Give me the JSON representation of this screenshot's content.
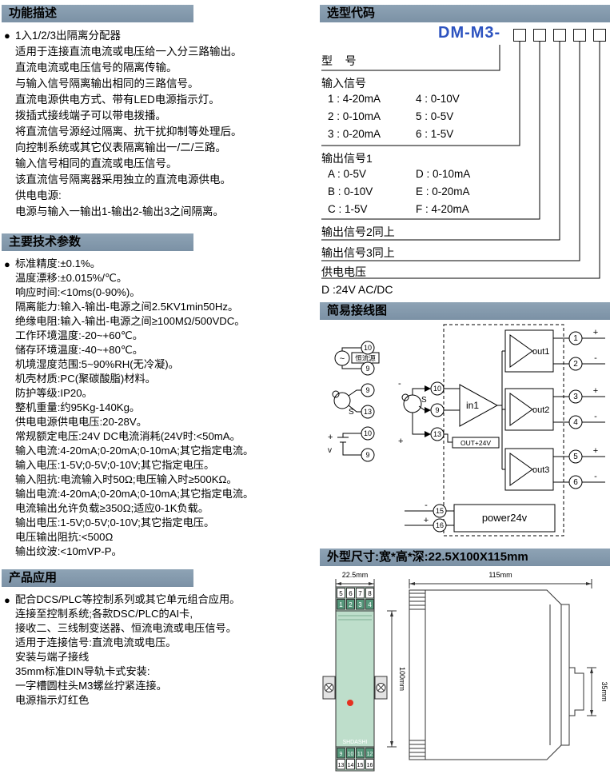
{
  "colors": {
    "header_bg": "#8ea3b5",
    "header_bg2": "#7b91a5",
    "model_blue": "#2d53c0",
    "device_green": "#bedecb",
    "device_green_dark": "#55977a",
    "led_red": "#e53020"
  },
  "icons": {
    "bullet": "●"
  },
  "function": {
    "title": "功能描述",
    "lines": [
      "1入1/2/3出隔离分配器",
      "适用于连接直流电流或电压给一入分三路输出。",
      "直流电流或电压信号的隔离传输。",
      "与输入信号隔离输出相同的三路信号。",
      "直流电源供电方式、带有LED电源指示灯。",
      "拨插式接线端子可以带电拨播。",
      "将直流信号源经过隔离、抗干扰抑制等处理后。",
      "向控制系统或其它仪表隔离输出一/二/三路。",
      "输入信号相同的直流或电压信号。",
      "该直流信号隔离器采用独立的直流电源供电。",
      "供电电源:",
      "电源与输入一输出1-输出2-输出3之间隔离。"
    ]
  },
  "tech": {
    "title": "主要技术参数",
    "lines": [
      "标准精度:±0.1%。",
      "温度漂移:±0.015%/℃。",
      "响应时间:<10ms(0-90%)。",
      "隔离能力:输入-输出-电源之间2.5KV1min50Hz。",
      "绝缘电阻:输入-输出-电源之间≥100MΩ/500VDC。",
      "工作环境温度:-20~+60℃。",
      "储存环境温度:-40~+80℃。",
      "机境湿度范围:5~90%RH(无冷凝)。",
      "机壳材质:PC(聚碳酸脂)材料。",
      "防护等级:IP20。",
      "整机重量:约95Kg-140Kg。",
      "供电电源供电电压:20-28V。",
      "常规额定电压:24V DC电流消耗(24V时:<50mA。",
      "输入电流:4-20mA;0-20mA;0-10mA;其它指定电流。",
      "输入电压:1-5V;0-5V;0-10V;其它指定电压。",
      "输入阻抗:电流输入时50Ω;电压输入时≥500KΩ。",
      "输出电流:4-20mA;0-20mA;0-10mA;其它指定电流。",
      "电流输出允许负载≥350Ω;适应0-1K负载。",
      "输出电压:1-5V;0-5V;0-10V;其它指定电压。",
      "电压输出阻抗:<500Ω",
      "输出纹波:<10mVP-P。"
    ]
  },
  "application": {
    "title": "产品应用",
    "lines": [
      "配合DCS/PLC等控制系列或其它单元组合应用。",
      "连接至控制系统;各款DSC/PLC的AI卡,",
      "接收二、三线制变送器、恒流电流或电压信号。",
      "适用于连接信号:直流电流或电压。",
      "安装与端子接线",
      "35mm标准DIN导轨卡式安装:",
      "一字槽圆柱头M3螺丝拧紧连接。",
      "电源指示灯红色"
    ]
  },
  "selection": {
    "title": "选型代码",
    "model_prefix": "DM-M3-",
    "boxes": [
      "",
      "",
      "",
      "",
      ""
    ],
    "model_label": "型    号",
    "input_label": "输入信号",
    "input_options": [
      {
        "left": "1 : 4-20mA",
        "right": "4 : 0-10V"
      },
      {
        "left": "2 : 0-10mA",
        "right": "5 : 0-5V"
      },
      {
        "left": "3 : 0-20mA",
        "right": "6 : 1-5V"
      }
    ],
    "output1_label": "输出信号1",
    "output1_options": [
      {
        "left": "A : 0-5V",
        "right": "D : 0-10mA"
      },
      {
        "left": "B : 0-10V",
        "right": "E : 0-20mA"
      },
      {
        "left": "C : 1-5V",
        "right": "F : 4-20mA"
      }
    ],
    "output2_label": "输出信号2同上",
    "output3_label": "输出信号3同上",
    "supply_label": "供电电压",
    "supply_value": "D :24V AC/DC"
  },
  "wiring": {
    "title": "简易接线图",
    "blocks": {
      "in1": "in1",
      "out1": "out1",
      "out2": "out2",
      "out3": "out3",
      "power": "power24v",
      "loop": "OUT+24V"
    },
    "src_pins": [
      "10",
      "9",
      "9",
      "13",
      "10",
      "9"
    ],
    "in_pins": [
      "10",
      "9",
      "13"
    ],
    "right_pins": [
      {
        "n": "1",
        "sign": "+"
      },
      {
        "n": "2",
        "sign": "-"
      },
      {
        "n": "3",
        "sign": "+"
      },
      {
        "n": "4",
        "sign": "-"
      },
      {
        "n": "5",
        "sign": "+"
      },
      {
        "n": "6",
        "sign": "-"
      }
    ],
    "pwr_pins": [
      {
        "n": "15",
        "sign": "-"
      },
      {
        "n": "16",
        "sign": "+"
      }
    ],
    "labels": {
      "cc": "恒流源",
      "s": "S",
      "v": "v",
      "plus": "+",
      "minus": "-",
      "wave": "~"
    }
  },
  "dims": {
    "title": "外型尺寸:宽*高*深:22.5X100X115mm",
    "width": "22.5mm",
    "height": "100mm",
    "depth": "115mm",
    "rail": "35mm",
    "brand": "SHDASHI",
    "top_row1": [
      "5",
      "6",
      "7",
      "8"
    ],
    "top_row2": [
      "1",
      "2",
      "3",
      "4"
    ],
    "bottom_row1": [
      "9",
      "10",
      "11",
      "12"
    ],
    "bottom_row2": [
      "13",
      "14",
      "15",
      "16"
    ]
  }
}
